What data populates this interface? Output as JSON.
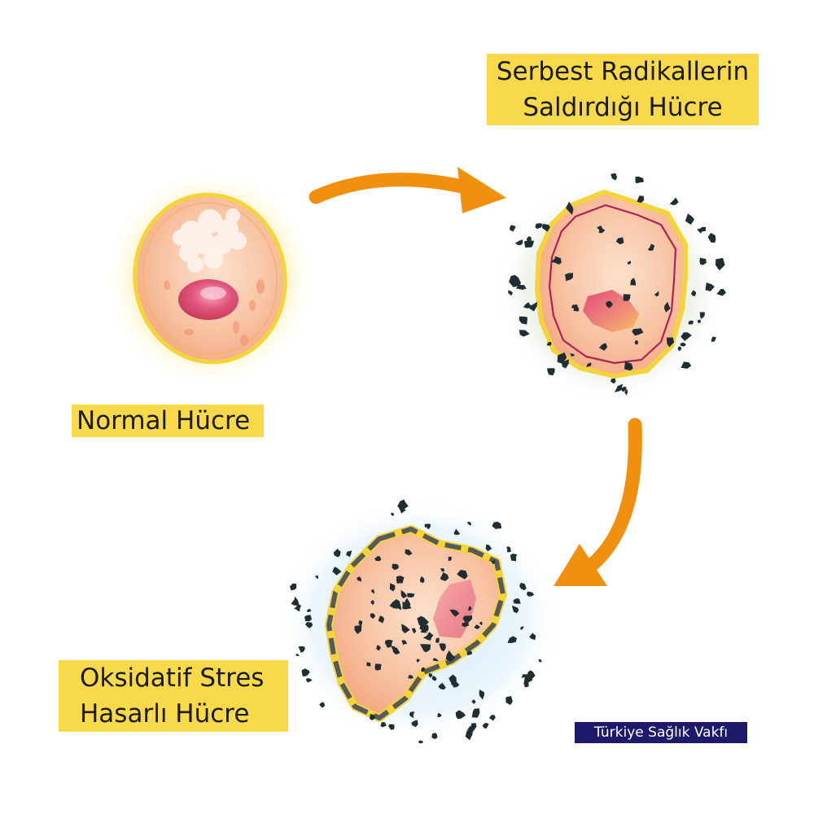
{
  "labels": {
    "attacked_line1": "Serbest Radikallerin",
    "attacked_line2": "Saldırdığı Hücre",
    "normal": "Normal Hücre",
    "damaged_line1": "Oksidatif Stres",
    "damaged_line2": "Hasarlı Hücre"
  },
  "watermark": "Türkiye Sağlık Vakfı",
  "colors": {
    "label_background": "#f8d94a",
    "arrow": "#f0900e",
    "cell_body": "#f6b894",
    "cell_outline": "#f5d43a",
    "nucleus": "#d9486a",
    "radical": "#1f2e33",
    "watermark_background": "#1d1a6b"
  }
}
